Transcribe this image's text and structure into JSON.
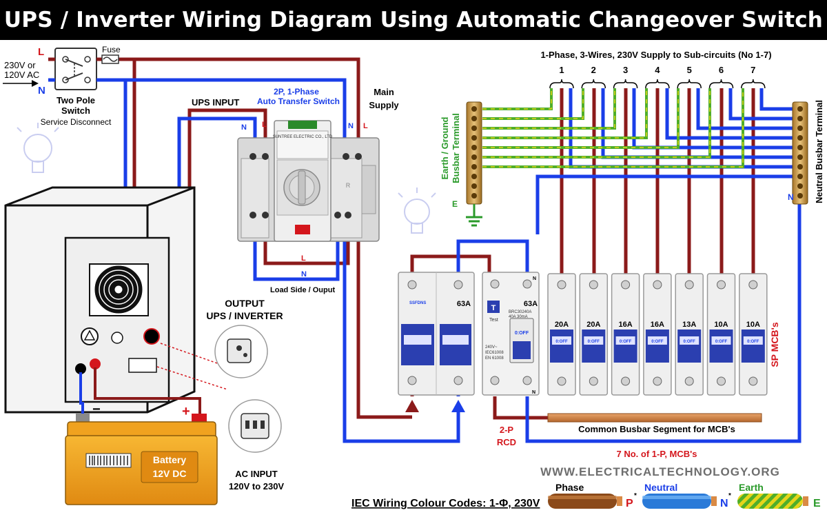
{
  "title": "UPS / Inverter Wiring Diagram Using Automatic Changeover Switch",
  "supply": {
    "voltage_line1": "230V or",
    "voltage_line2": "120V AC",
    "L": "L",
    "N": "N",
    "fuse": "Fuse",
    "switch_line1": "Two Pole",
    "switch_line2": "Switch",
    "switch_line3": "Service Disconnect"
  },
  "ats": {
    "title_line1": "2P, 1-Phase",
    "title_line2": "Auto Transfer Switch",
    "brand": "SUNTREE ELECTRIC CO., LTD",
    "r_label": "R",
    "ups_input": "UPS INPUT",
    "main_supply_line1": "Main",
    "main_supply_line2": "Supply",
    "N": "N",
    "L": "L",
    "load_L": "L",
    "load_N": "N",
    "load_side": "Load Side / Ouput"
  },
  "ups": {
    "output_line1": "OUTPUT",
    "output_line2": "UPS / INVERTER",
    "ac_input_line1": "AC INPUT",
    "ac_input_line2": "120V to 230V"
  },
  "battery": {
    "line1": "Battery",
    "line2": "12V DC",
    "minus": "−",
    "plus": "+"
  },
  "sub_circuits": {
    "header": "1-Phase, 3-Wires, 230V Supply to Sub-circuits (No 1-7)",
    "numbers": [
      "1",
      "2",
      "3",
      "4",
      "5",
      "6",
      "7"
    ]
  },
  "earth_busbar": {
    "label_line1": "Earth / Ground",
    "label_line2": "Busbar Terminal",
    "E": "E"
  },
  "neutral_busbar": {
    "label": "Neutral Busbar Terminal",
    "N": "N"
  },
  "main_breaker": {
    "rating": "63A",
    "brand": "SSFDNS"
  },
  "rcd": {
    "rating": "63A",
    "spec_line1": "BRC30240A",
    "spec_line2": "40A  30mA",
    "spec_line3": "240V~",
    "spec_line4": "IEC61008",
    "spec_line5": "EN 61008",
    "test": "Test",
    "test_button": "T",
    "off": "0:OFF",
    "N": "N",
    "label_line1": "2-P",
    "label_line2": "RCD"
  },
  "mcbs": {
    "ratings": [
      "20A",
      "20A",
      "16A",
      "16A",
      "13A",
      "10A",
      "10A"
    ],
    "off": "0:OFF",
    "sp_label": "SP MCB's",
    "count_label": "7 No. of 1-P, MCB's",
    "busbar_label": "Common Busbar Segment for MCB's"
  },
  "website": "WWW.ELECTRICALTECHNOLOGY.ORG",
  "legend": {
    "title": "IEC Wiring Colour Codes: 1-Φ, 230V",
    "phase": "Phase",
    "phase_sym": "P",
    "neutral": "Neutral",
    "neutral_sym": "N",
    "earth": "Earth",
    "earth_sym": "E",
    "asterisk": "*"
  },
  "colors": {
    "phase": "#8b1a1a",
    "neutral": "#1a3ee8",
    "earth_green": "#4fae2a",
    "earth_yellow": "#e6d51a",
    "label_red": "#d4161c",
    "label_blue": "#1a3ee8",
    "label_green": "#2a9a2a"
  }
}
